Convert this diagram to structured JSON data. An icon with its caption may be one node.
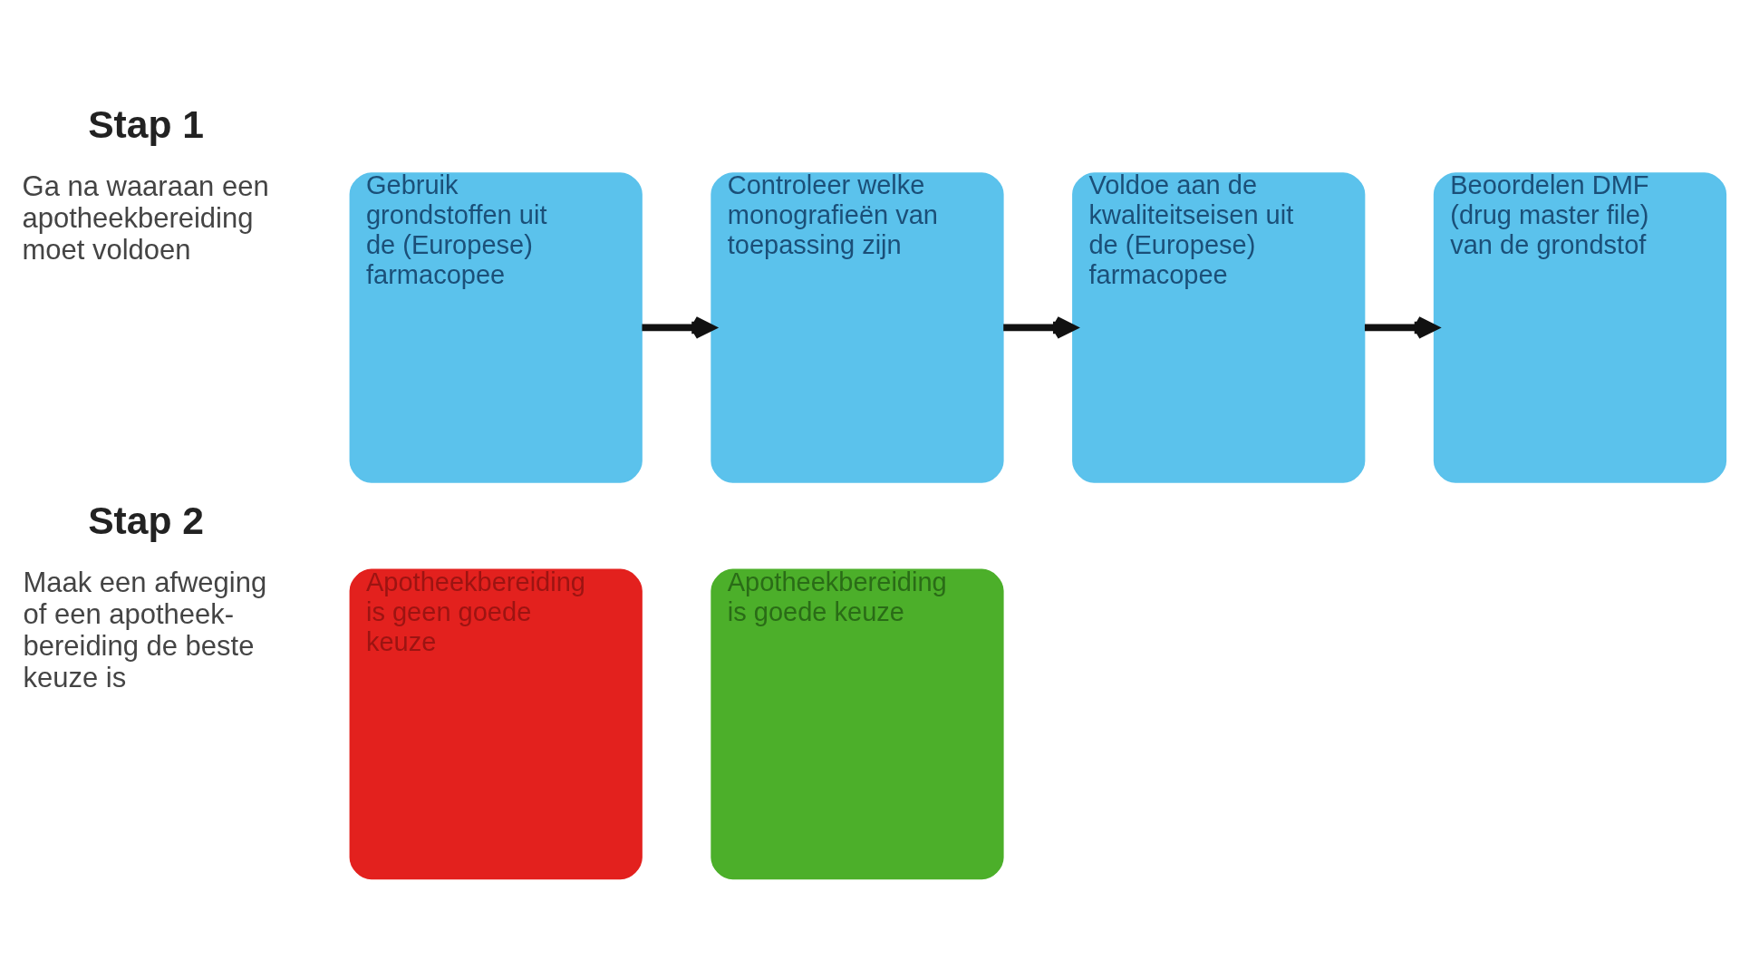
{
  "diagram": {
    "nodes": [
      {
        "text": [
          "Gebruik grondstoffen uit de (Europese) farmacopee"
        ]
      },
      {
        "text": [
          "Controleer welke monografieën van toepassing zijn"
        ]
      },
      {
        "text": [
          "Voldoe aan de kwaliteitseisen uit de (Europese) farmacopee"
        ]
      },
      {
        "text": [
          "Beoordelen DMF (drug master file) van de grondstof"
        ]
      },
      {
        "text": [
          "Apotheekbereiding is geen goede keuze"
        ]
      },
      {
        "text": [
          "Apotheekbereiding is goede keuze"
        ]
      }
    ],
    "edges": [
      {
        "from": 0,
        "to": 1,
        "arrow": "to"
      },
      {
        "from": 1,
        "to": 2,
        "arrow": "to"
      },
      {
        "from": 2,
        "to": 3,
        "arrow": "to"
      }
    ],
    "labels": [
      "Stap 1",
      "Ga na waaraan een apotheekbereiding moet voldoen",
      "Stap 2",
      "Maak een afweging of een apotheek- bereiding de beste keuze is"
    ]
  }
}
